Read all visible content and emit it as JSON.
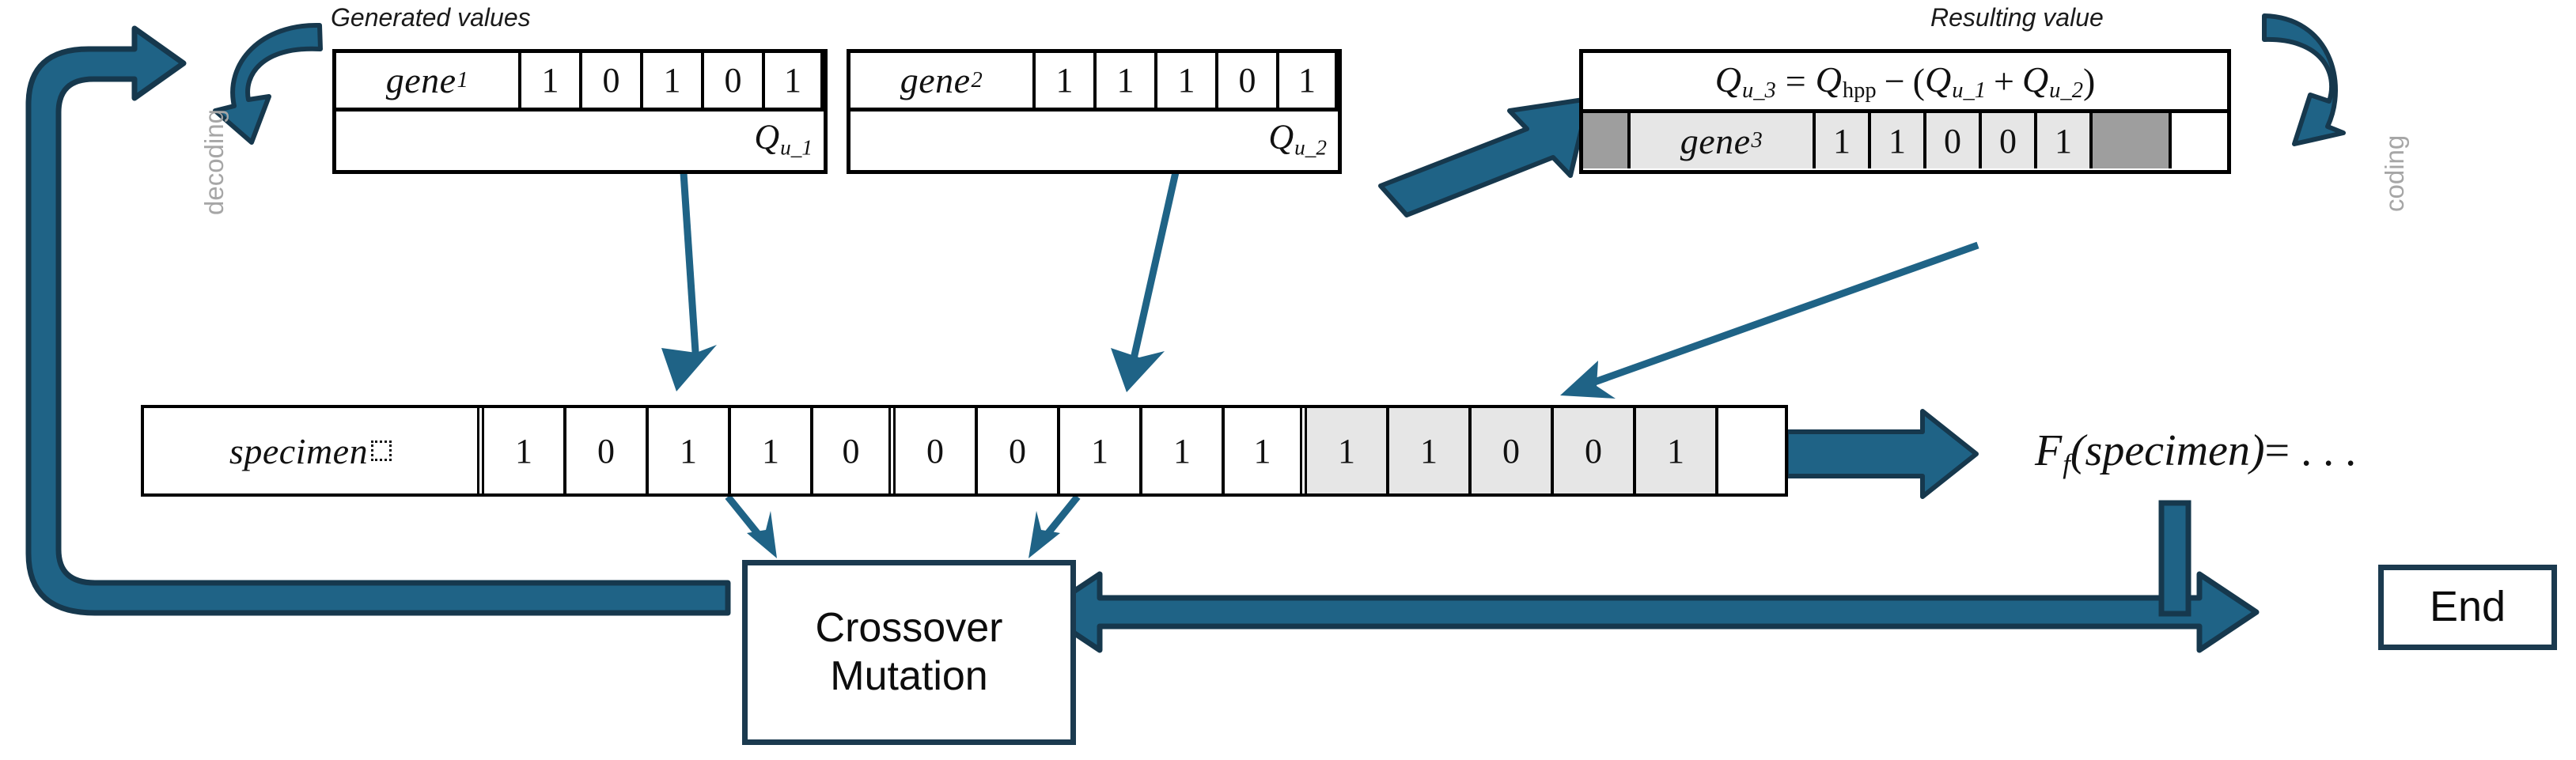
{
  "colors": {
    "arrow_fill": "#1f6386",
    "arrow_stroke": "#16384d",
    "box_border_navy": "#1b3a4f",
    "cell_border": "#000000",
    "gray_cell": "#9e9e9e",
    "light_gray_cell": "#e6e6e6",
    "side_label": "#a6a6a6"
  },
  "captions": {
    "generated_values": "Generated values",
    "resulting_value": "Resulting value",
    "decoding": "decoding",
    "coding": "coding"
  },
  "gene1": {
    "label": "gene",
    "label_sub": "1",
    "bits": [
      "1",
      "0",
      "1",
      "0",
      "1"
    ],
    "q_label": "Q",
    "q_sub": "u_1"
  },
  "gene2": {
    "label": "gene",
    "label_sub": "2",
    "bits": [
      "1",
      "1",
      "1",
      "0",
      "1"
    ],
    "q_label": "Q",
    "q_sub": "u_2"
  },
  "result": {
    "formula": {
      "lhs": "Q",
      "lhs_sub": "u_3",
      "eq": "=",
      "t1": "Q",
      "t1_sub": "hpp",
      "minus": "−",
      "open": "(",
      "t2": "Q",
      "t2_sub": "u_1",
      "plus": "+",
      "t3": "Q",
      "t3_sub": "u_2",
      "close": ")"
    },
    "gene_label": "gene",
    "gene_sub": "3",
    "bits": [
      "1",
      "1",
      "0",
      "0",
      "1"
    ]
  },
  "specimen": {
    "label": "specimen",
    "group1": [
      "1",
      "0",
      "1",
      "1",
      "0"
    ],
    "group2": [
      "0",
      "0",
      "1",
      "1",
      "1"
    ],
    "group3": [
      "1",
      "1",
      "0",
      "0",
      "1"
    ]
  },
  "fitness": {
    "fn": "F",
    "fn_sub": "f",
    "arg": "(specimen)",
    "eq": "= . . ."
  },
  "crossover_box": {
    "line1": "Crossover",
    "line2": "Mutation"
  },
  "end_box": {
    "label": "End"
  }
}
